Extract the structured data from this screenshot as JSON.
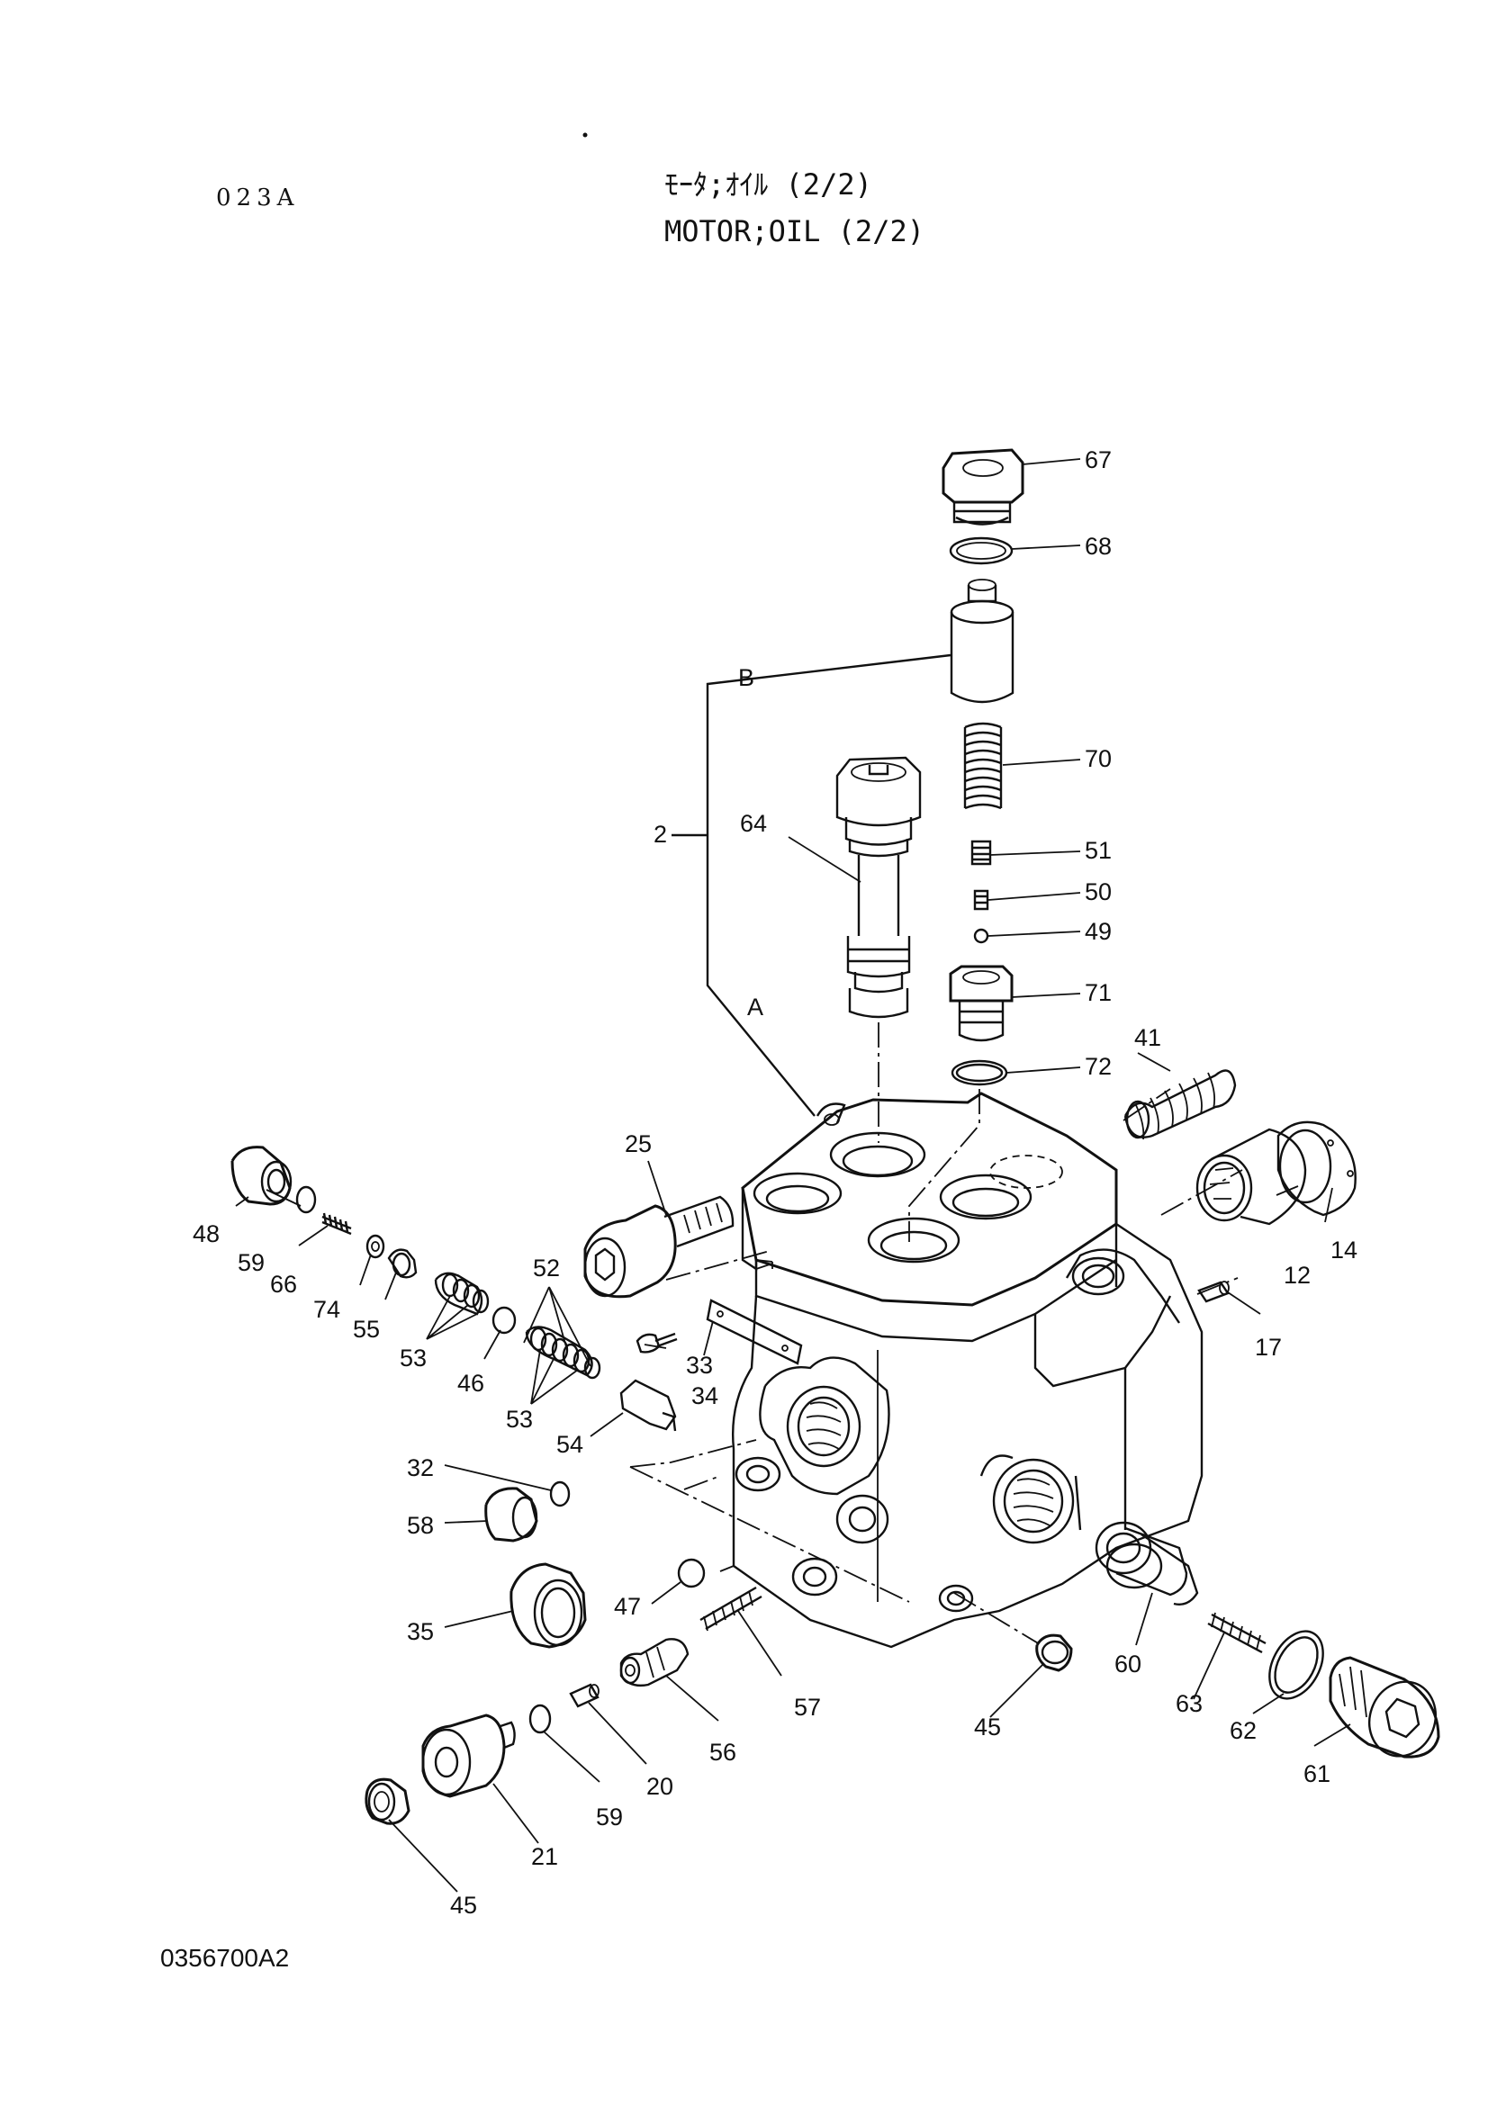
{
  "header": {
    "page_code": "023A",
    "title_jp": "ﾓｰﾀ;ｵｲﾙ (2/2)",
    "title_en": "MOTOR;OIL (2/2)"
  },
  "footer": {
    "drawing_number": "0356700A2"
  },
  "callouts": {
    "c67": "67",
    "c68": "68",
    "cB": "B",
    "c70": "70",
    "c2": "2",
    "c64": "64",
    "c51": "51",
    "c50": "50",
    "c49": "49",
    "c71": "71",
    "cA": "A",
    "c41": "41",
    "c72": "72",
    "c25": "25",
    "c48": "48",
    "c59a": "59",
    "c66": "66",
    "c74": "74",
    "c55": "55",
    "c52": "52",
    "c53a": "53",
    "c46": "46",
    "c53b": "53",
    "c33": "33",
    "c34": "34",
    "c54": "54",
    "c14": "14",
    "c12": "12",
    "c17": "17",
    "c32": "32",
    "c58": "58",
    "c35": "35",
    "c47": "47",
    "c57": "57",
    "c45a": "45",
    "c60": "60",
    "c63": "63",
    "c62": "62",
    "c61": "61",
    "c56": "56",
    "c20": "20",
    "c59b": "59",
    "c21": "21",
    "c45b": "45"
  }
}
